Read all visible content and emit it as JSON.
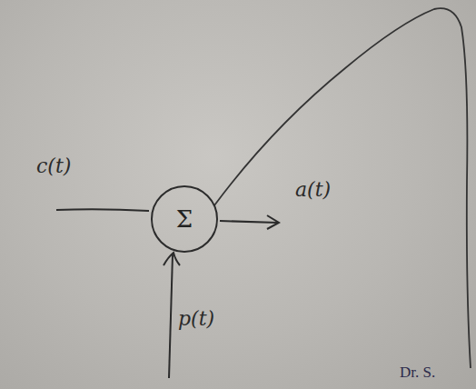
{
  "diagram": {
    "nodes": [
      {
        "text": [
          "Σ"
        ]
      }
    ],
    "labels": [
      "c(t)",
      "a(t)",
      "p(t)",
      "Dr. S."
    ]
  }
}
